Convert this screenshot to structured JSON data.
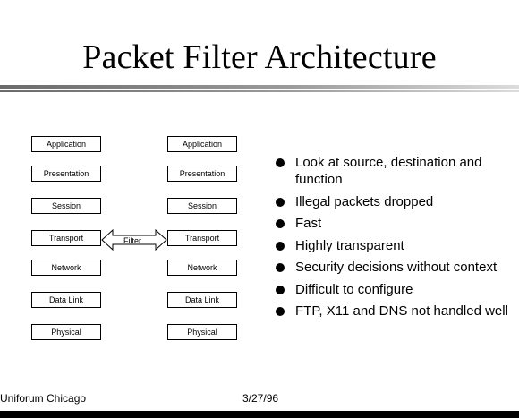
{
  "slide": {
    "title": "Packet Filter Architecture",
    "left_stack": [
      "Application",
      "Presentation",
      "Session",
      "Transport",
      "Network",
      "Data Link",
      "Physical"
    ],
    "right_stack": [
      "Application",
      "Presentation",
      "Session",
      "Transport",
      "Network",
      "Data Link",
      "Physical"
    ],
    "filter_label": "Filter",
    "bullets": [
      "Look at source, destination and function",
      "Illegal packets dropped",
      "Fast",
      "Highly transparent",
      "Security decisions without context",
      "Difficult to configure",
      "FTP, X11 and DNS not handled well"
    ],
    "footer_left": "Uniforum Chicago",
    "footer_center": "3/27/96"
  }
}
